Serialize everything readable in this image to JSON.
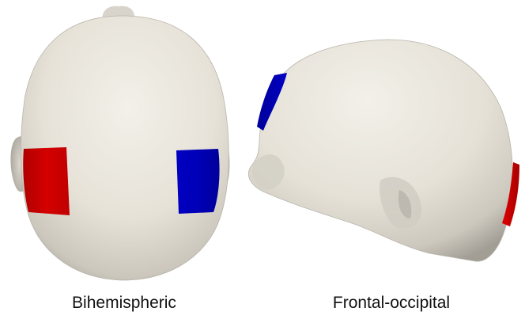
{
  "panels": [
    {
      "caption": "Bihemispheric",
      "view": "top",
      "electrodes": [
        {
          "side": "left",
          "color": "#cc0000"
        },
        {
          "side": "right",
          "color": "#0000b3"
        }
      ]
    },
    {
      "caption": "Frontal-occipital",
      "view": "side",
      "electrodes": [
        {
          "side": "front",
          "color": "#0000b3"
        },
        {
          "side": "back",
          "color": "#cc0000"
        }
      ]
    }
  ],
  "colors": {
    "skin": "#e9e5dc",
    "skin_shadow": "#9c988f",
    "anode": "#cc0000",
    "cathode": "#0000b3"
  }
}
